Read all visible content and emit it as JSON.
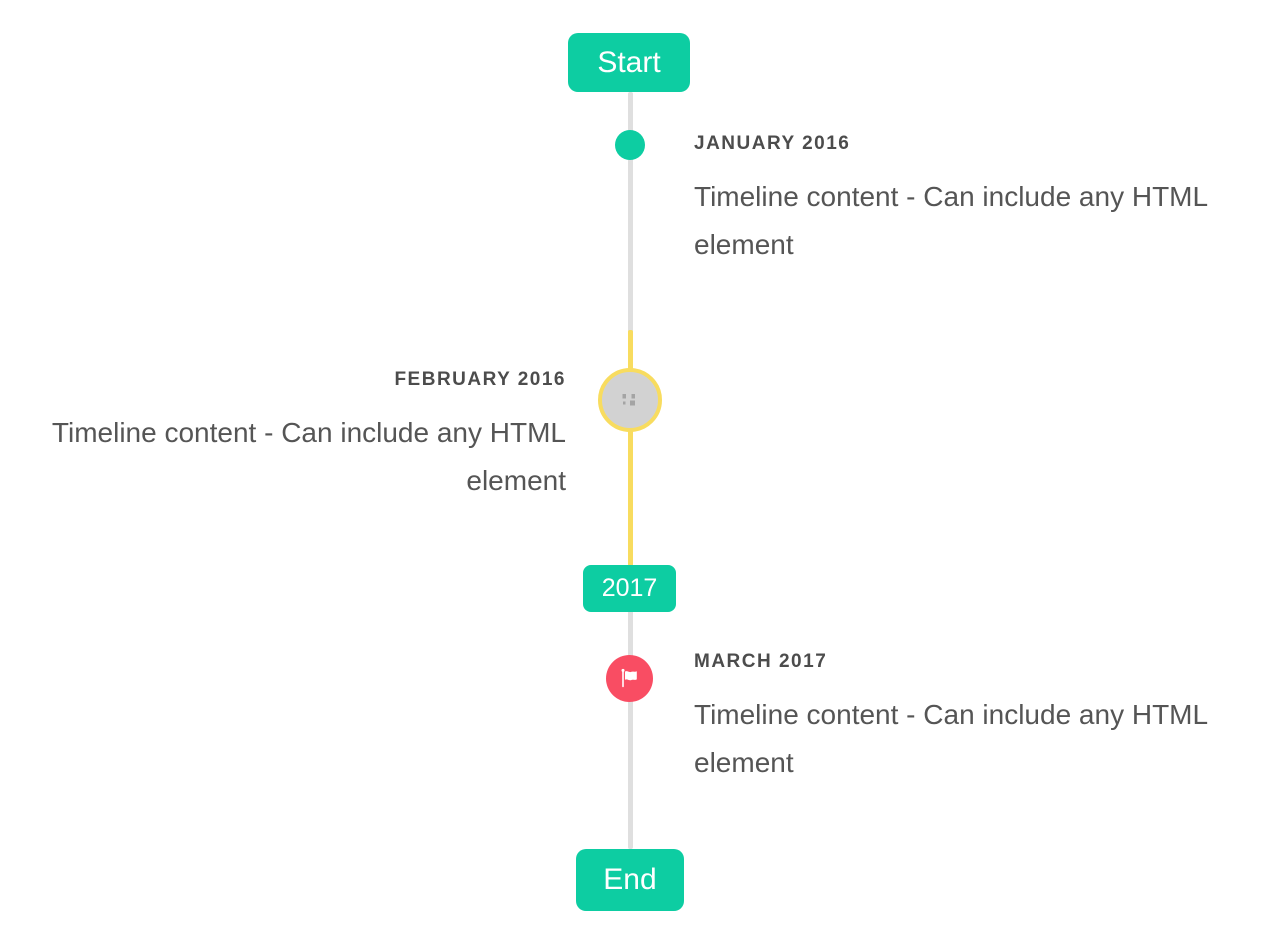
{
  "colors": {
    "accent_teal": "#0DCDA2",
    "line_gray": "#DFDFDF",
    "highlight_yellow": "#F8DC5F",
    "marker_red": "#F94D63",
    "marker_gray_fill": "#D2D2D2",
    "broken_icon_gray": "#A4A4A4",
    "heading_text": "#4C4C4C",
    "body_text": "#555555",
    "badge_text": "#FFFFFF",
    "background": "#FFFFFF"
  },
  "timeline": {
    "start_label": "Start",
    "year_label": "2017",
    "end_label": "End",
    "entries": [
      {
        "title": "JANUARY 2016",
        "content": "Timeline content - Can include any HTML element",
        "side": "right",
        "marker": "teal-dot"
      },
      {
        "title": "FEBRUARY 2016",
        "content": "Timeline content - Can include any HTML element",
        "side": "left",
        "marker": "gray-circle-yellow-ring-broken-image"
      },
      {
        "title": "MARCH 2017",
        "content": "Timeline content - Can include any HTML element",
        "side": "right",
        "marker": "red-flag"
      }
    ]
  }
}
